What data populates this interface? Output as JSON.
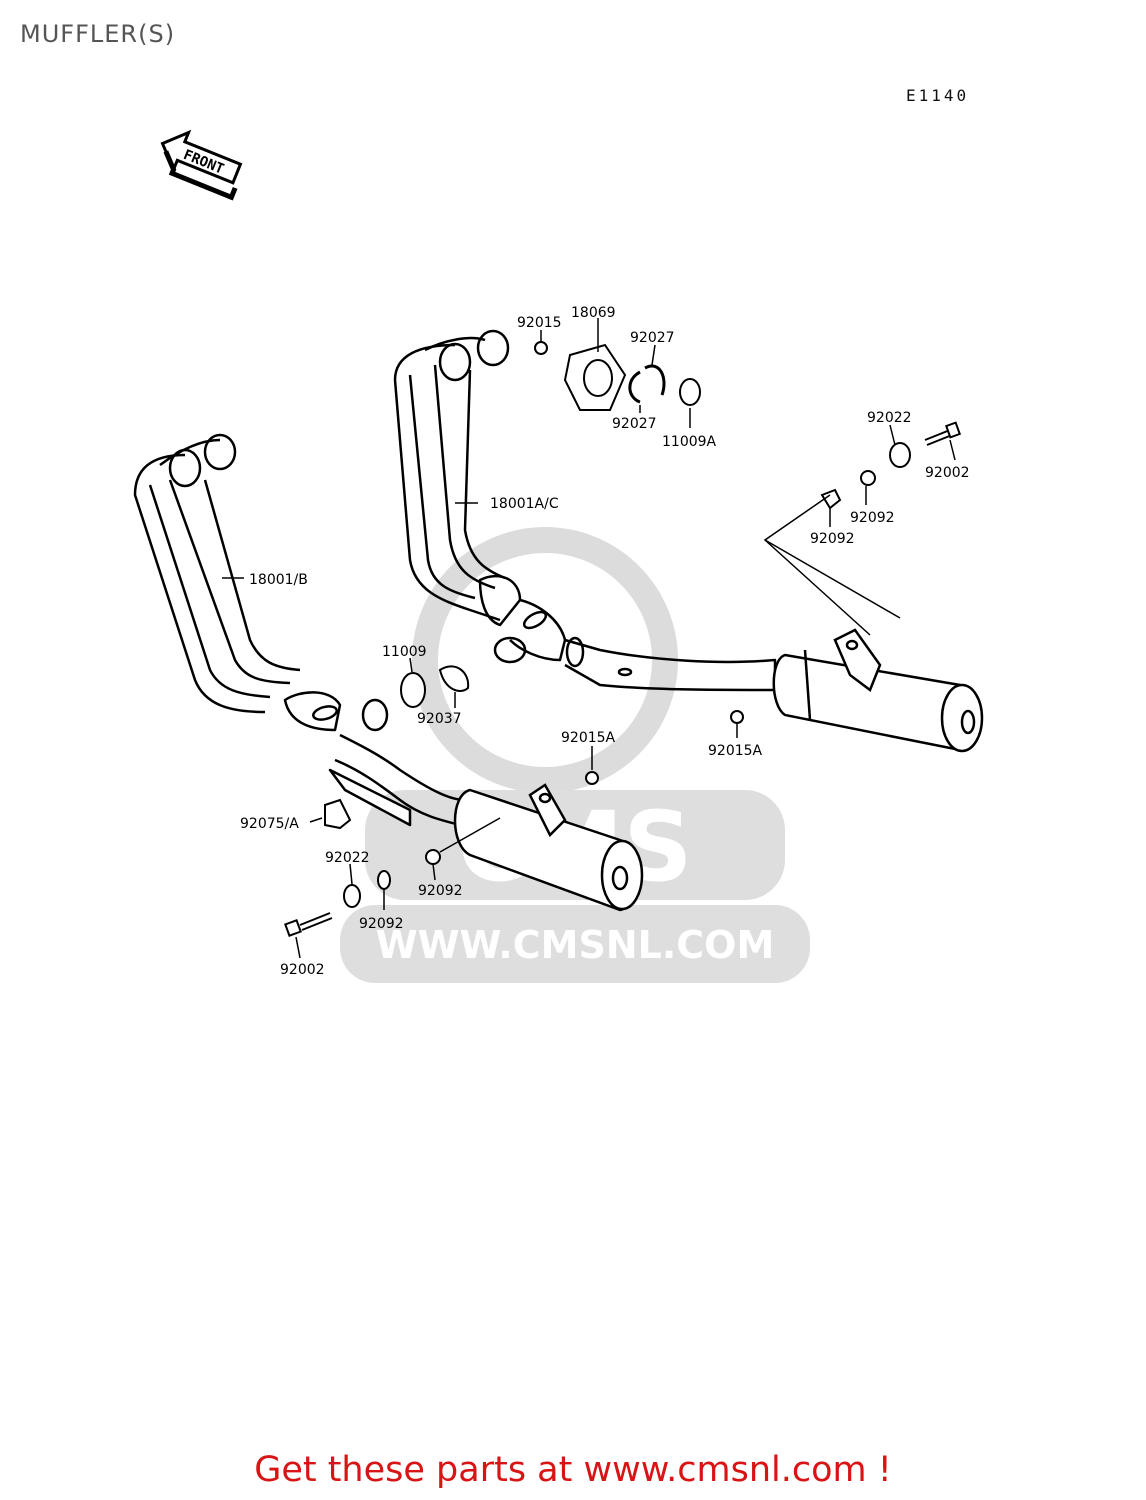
{
  "header": {
    "title": "MUFFLER(S)",
    "diagram_code": "E1140"
  },
  "front_arrow": {
    "label": "FRONT"
  },
  "watermark": {
    "logo_text": "CMS",
    "url_text": "WWW.CMSNL.COM",
    "color": "#c8c8c8"
  },
  "parts": [
    {
      "id": "92015",
      "label": "92015"
    },
    {
      "id": "18069",
      "label": "18069"
    },
    {
      "id": "92027-top",
      "label": "92027"
    },
    {
      "id": "92027-bottom",
      "label": "92027"
    },
    {
      "id": "11009A",
      "label": "11009A"
    },
    {
      "id": "92022-right",
      "label": "92022"
    },
    {
      "id": "92002-right",
      "label": "92002"
    },
    {
      "id": "18001A/C",
      "label": "18001A/C"
    },
    {
      "id": "92092-right-1",
      "label": "92092"
    },
    {
      "id": "92092-right-2",
      "label": "92092"
    },
    {
      "id": "18001/B",
      "label": "18001/B"
    },
    {
      "id": "11009",
      "label": "11009"
    },
    {
      "id": "92037",
      "label": "92037"
    },
    {
      "id": "92015A-left",
      "label": "92015A"
    },
    {
      "id": "92015A-right",
      "label": "92015A"
    },
    {
      "id": "92075/A",
      "label": "92075/A"
    },
    {
      "id": "92022-left",
      "label": "92022"
    },
    {
      "id": "92092-left-1",
      "label": "92092"
    },
    {
      "id": "92092-left-2",
      "label": "92092"
    },
    {
      "id": "92002-left",
      "label": "92002"
    }
  ],
  "footer": {
    "promo": "Get these parts at www.cmsnl.com !",
    "promo_color": "#d81414"
  }
}
